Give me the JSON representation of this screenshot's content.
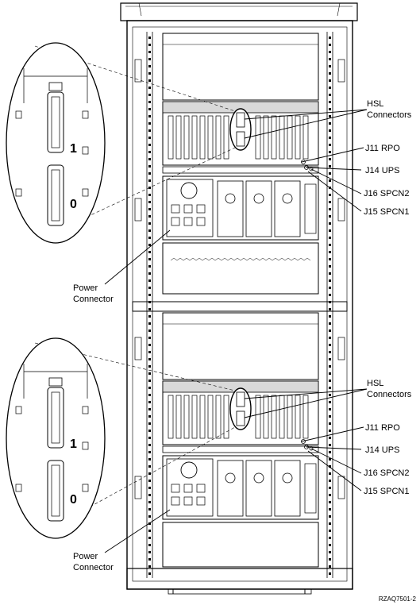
{
  "callouts": {
    "hsl_line1": "HSL",
    "hsl_line2": "Connectors",
    "j11": "J11 RPO",
    "j14": "J14 UPS",
    "j16": "J16 SPCN2",
    "j15": "J15 SPCN1",
    "power_line1": "Power",
    "power_line2": "Connector"
  },
  "detail": {
    "port_top": "1",
    "port_bottom": "0"
  },
  "figure_id": "RZAQ7501-2",
  "colors": {
    "ink": "#000000",
    "paper": "#ffffff",
    "shade": "#d9d9d9"
  }
}
